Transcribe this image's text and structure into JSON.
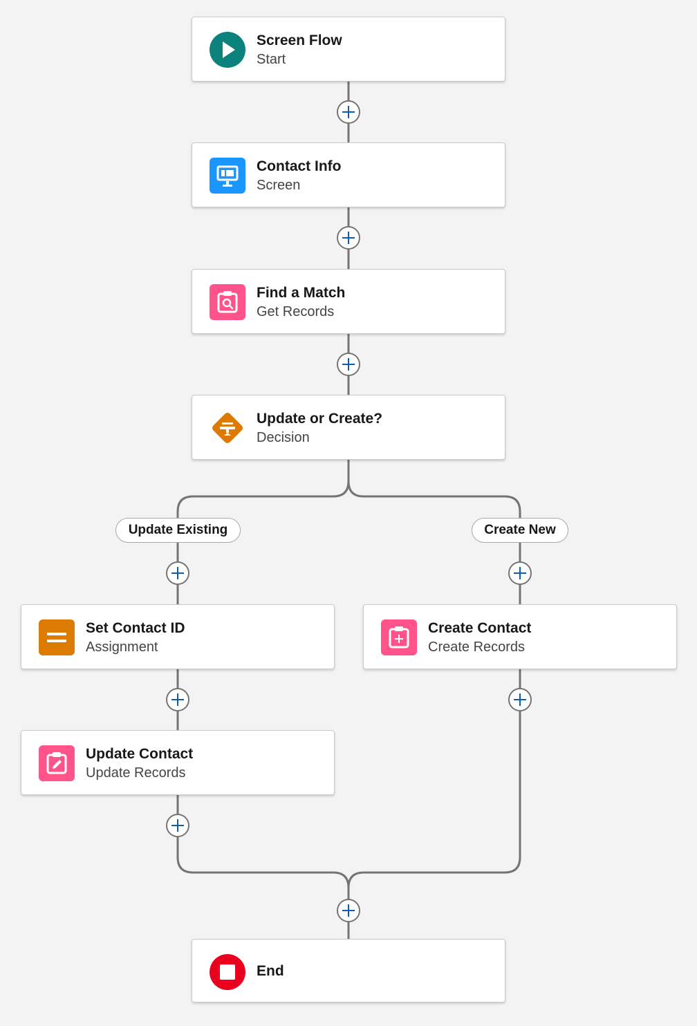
{
  "flow": {
    "nodes": {
      "start": {
        "title": "Screen Flow",
        "subtitle": "Start",
        "icon": "play-icon",
        "color": "#0b827c"
      },
      "contact_info": {
        "title": "Contact Info",
        "subtitle": "Screen",
        "icon": "screen-icon",
        "color": "#1b96ff"
      },
      "find_match": {
        "title": "Find a Match",
        "subtitle": "Get Records",
        "icon": "get-records-icon",
        "color": "#ff538a"
      },
      "decision": {
        "title": "Update or Create?",
        "subtitle": "Decision",
        "icon": "decision-icon",
        "color": "#dd7a01"
      },
      "set_contact_id": {
        "title": "Set Contact ID",
        "subtitle": "Assignment",
        "icon": "assignment-icon",
        "color": "#dd7a01"
      },
      "create_contact": {
        "title": "Create Contact",
        "subtitle": "Create Records",
        "icon": "create-records-icon",
        "color": "#ff538a"
      },
      "update_contact": {
        "title": "Update Contact",
        "subtitle": "Update Records",
        "icon": "update-records-icon",
        "color": "#ff538a"
      },
      "end": {
        "title": "End",
        "icon": "stop-icon",
        "color": "#ea001e"
      }
    },
    "branches": {
      "update_existing": "Update Existing",
      "create_new": "Create New"
    }
  }
}
